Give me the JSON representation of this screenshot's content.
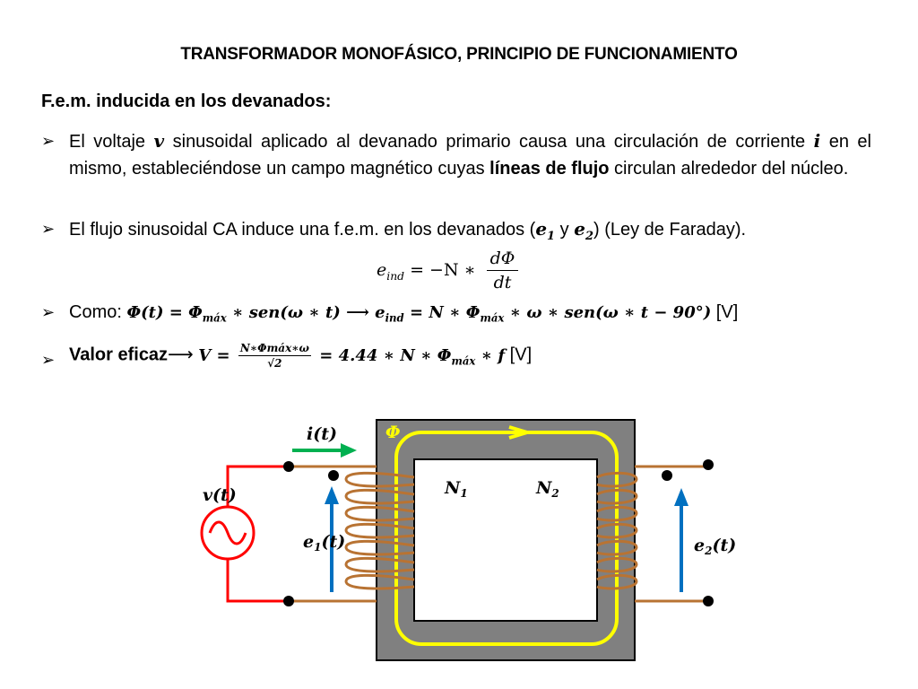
{
  "title": "TRANSFORMADOR MONOFÁSICO, PRINCIPIO DE FUNCIONAMIENTO",
  "subtitle": "F.e.m. inducida en los devanados:",
  "bullet_icon": "arrow-bullet-icon",
  "bullet1": {
    "t1": "El voltaje ",
    "v": "v",
    "t2": " sinusoidal aplicado al devanado primario causa una circulación de corriente ",
    "i": "i",
    "t3": " en el mismo, estableciéndose un campo magnético cuyas ",
    "bold": "líneas de flujo",
    "t4": " circulan alrededor del núcleo."
  },
  "bullet2": {
    "t1": "El flujo sinusoidal CA induce una f.e.m. en los devanados (",
    "e1": "e",
    "e1_sub": "1",
    "mid": " y ",
    "e2": "e",
    "e2_sub": "2",
    "t2": ") (Ley de Faraday)."
  },
  "faraday": {
    "lhs": "e",
    "lhs_sub": "ind",
    "eq": " = −N ∗ ",
    "num": "dΦ",
    "den": "dt"
  },
  "bullet3": {
    "label": "Como: ",
    "eq1": "Φ(t) = Φ",
    "eq1_sub": "máx",
    "eq2": " ∗ sen(ω ∗ t) ⟶ e",
    "eq2_sub": "ind",
    "eq3": " = N ∗ Φ",
    "eq3_sub": "máx",
    "eq4": " ∗ ω ∗ sen(ω ∗ t − 90°)",
    "unit": " [V]"
  },
  "bullet4": {
    "label": "Valor eficaz",
    "arrow": "⟶ ",
    "eq1": "V = ",
    "num": "N∗Φmáx∗ω",
    "den": "√2",
    "eq2": " = 4.44 ∗ N ∗ Φ",
    "eq2_sub": "máx",
    "eq3": " ∗ f",
    "unit": " [V]"
  },
  "diagram": {
    "flux_label": "Φ",
    "current_label": "i(t)",
    "voltage_label": "v(t)",
    "n1_label": "N",
    "n1_sub": "1",
    "n2_label": "N",
    "n2_sub": "2",
    "e1_label": "e",
    "e1_sub": "1",
    "e1_arg": "(t)",
    "e2_label": "e",
    "e2_sub": "2",
    "e2_arg": "(t)",
    "source_icon": "ac-source-icon",
    "colors": {
      "core": "#808080",
      "flux": "#ffff00",
      "winding": "#b87333",
      "source_wire": "#ff0000",
      "current_arrow": "#00b050",
      "emf_arrow": "#0070c0"
    }
  }
}
